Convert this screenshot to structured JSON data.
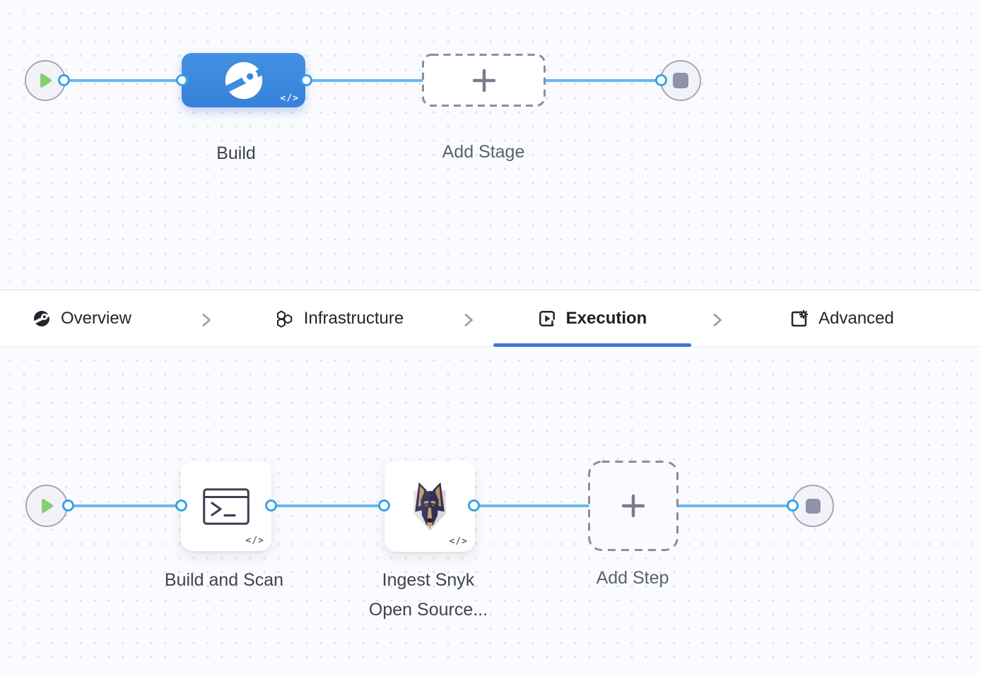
{
  "colors": {
    "stage_node_blue": "#3d8add",
    "edge_blue": "#67baee",
    "port_border_blue": "#38a3e7",
    "active_tab_underline": "#3a74d9",
    "play_green": "#85cf6f",
    "stop_gray": "#9191aa",
    "label_dark": "#3f4250",
    "label_muted": "#5c6172"
  },
  "icons": {
    "code_glyph": "</>"
  },
  "stage_canvas": {
    "build_label": "Build",
    "add_stage_label": "Add Stage"
  },
  "tabs": {
    "active": "Execution",
    "items": [
      {
        "label": "Overview"
      },
      {
        "label": "Infrastructure"
      },
      {
        "label": "Execution"
      },
      {
        "label": "Advanced"
      }
    ]
  },
  "execution_canvas": {
    "step1_label": "Build and Scan",
    "step2_label": "Ingest Snyk Open Source...",
    "add_step_label": "Add Step"
  }
}
